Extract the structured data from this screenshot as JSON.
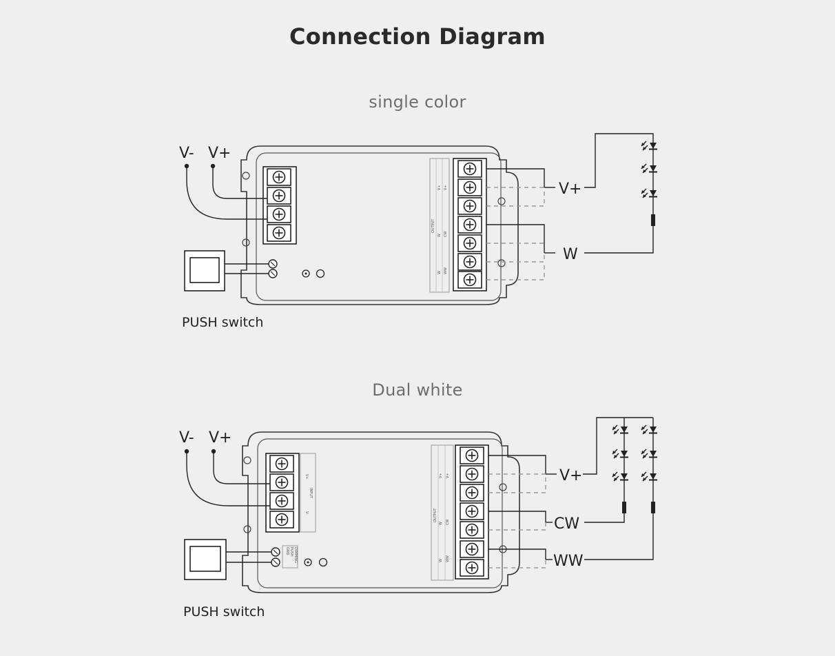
{
  "page": {
    "title": "Connection Diagram"
  },
  "diagrams": [
    {
      "subtitle": "single color",
      "input_labels": {
        "vminus": "V-",
        "vplus": "V+"
      },
      "switch_label": "PUSH switch",
      "output_labels": {
        "vplus": "V+",
        "w": "W"
      },
      "panel": {
        "output": "OUTPUT",
        "v1": "V+",
        "v2": "V+",
        "w": "W",
        "cw": "CW",
        "w2": "W",
        "ww": "WW"
      }
    },
    {
      "subtitle": "Dual white",
      "input_labels": {
        "vminus": "V-",
        "vplus": "V+"
      },
      "switch_label": "PUSH switch",
      "output_labels": {
        "vplus": "V+",
        "cw": "CW",
        "ww": "WW"
      },
      "panel": {
        "output": "OUTPUT",
        "input": "INPUT",
        "v1": "V+",
        "v2": "V+",
        "w": "W",
        "cw": "CW",
        "w2": "W",
        "ww": "WW",
        "in_vplus": "V+",
        "in_vminus": "V-",
        "push": "PUSH",
        "gnd": "GND",
        "dimming": "DIMMING"
      }
    }
  ]
}
